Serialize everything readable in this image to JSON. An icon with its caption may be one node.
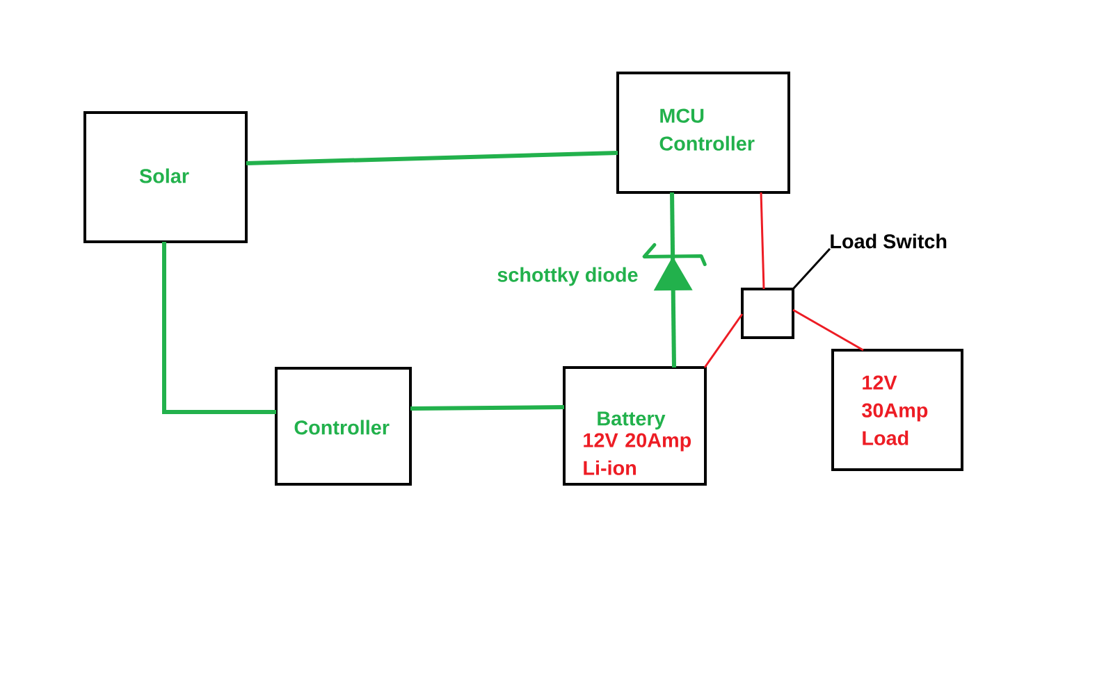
{
  "diagram": {
    "nodes": [
      {
        "text": [
          "Solar"
        ]
      },
      {
        "text": [
          "MCU Controller"
        ]
      },
      {
        "text": [
          "Load Switch"
        ]
      },
      {
        "text": [],
        "shape": "box"
      },
      {
        "text": [
          "Controller"
        ]
      },
      {
        "text": [
          "Battery",
          "12V 20Amp Li-ion"
        ]
      },
      {
        "text": [
          "12V 30Amp Load"
        ]
      }
    ],
    "edges": [
      {
        "from": 0,
        "to": 1,
        "arrow": "none",
        "style": "thick"
      },
      {
        "from": 0,
        "to": 4,
        "arrow": "none",
        "style": "thick"
      },
      {
        "from": 4,
        "to": 5,
        "arrow": "none",
        "style": "thick"
      },
      {
        "from": 5,
        "to": 1,
        "arrow": "to",
        "label": "schottky diode",
        "style": "thick"
      },
      {
        "from": 1,
        "to": 3,
        "arrow": "none",
        "color": "#ed1c24"
      },
      {
        "from": 5,
        "to": 3,
        "arrow": "none",
        "color": "#ed1c24"
      },
      {
        "from": 3,
        "to": 6,
        "arrow": "none",
        "color": "#ed1c24"
      },
      {
        "from": 2,
        "to": 3,
        "arrow": "none",
        "color": "#000000"
      }
    ]
  }
}
